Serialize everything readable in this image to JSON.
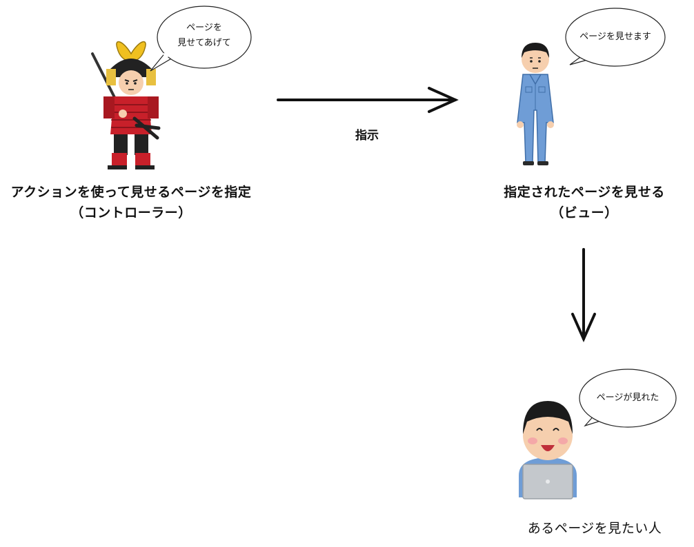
{
  "controller": {
    "bubble": [
      "ページを",
      "見せてあげて"
    ],
    "caption": [
      "アクションを使って見せるページを指定",
      "（コントローラー）"
    ]
  },
  "arrow": {
    "label": "指示"
  },
  "view": {
    "bubble": "ページを見せます",
    "caption": [
      "指定されたページを見せる",
      "（ビュー）"
    ]
  },
  "user": {
    "bubble": "ページが見れた",
    "caption": "あるページを見たい人"
  }
}
